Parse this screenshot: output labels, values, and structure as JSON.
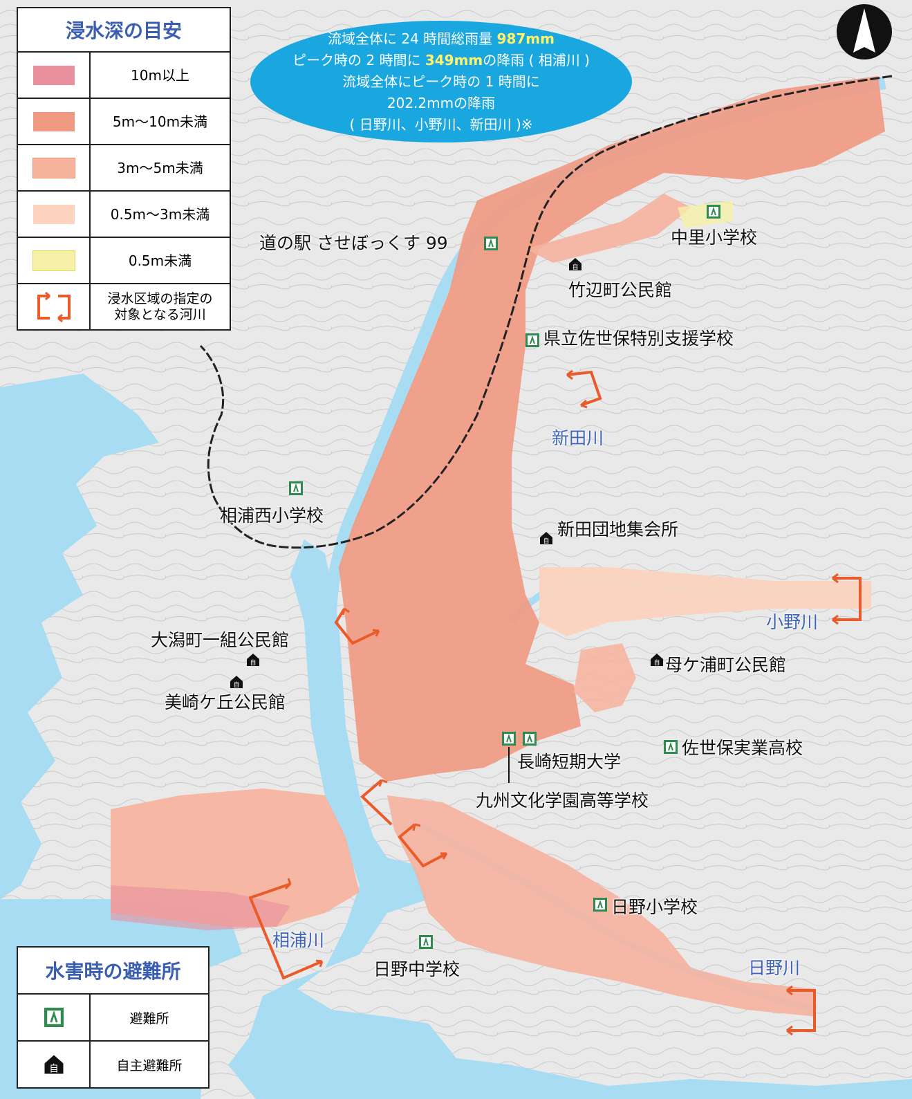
{
  "legend": {
    "title": "浸水深の目安",
    "items": [
      {
        "label": "10m以上",
        "color": "#e9909e"
      },
      {
        "label": "5m～10m未満",
        "color": "#f09a83"
      },
      {
        "label": "3m～5m未満",
        "color": "#f6b39e"
      },
      {
        "label": "0.5m～3m未満",
        "color": "#fbd3be"
      },
      {
        "label": "0.5m未満",
        "color": "#f6f0a8"
      }
    ],
    "river_item_label": "浸水区域の指定の\n対象となる河川",
    "river_arrow_color": "#ea5a2a"
  },
  "rain_info": {
    "line1_prefix": "流域全体に 24 時間総雨量 ",
    "line1_value": "987mm",
    "line2_prefix": "ピーク時の 2 時間に ",
    "line2_value": "349mm",
    "line2_suffix": "の降雨 ( 相浦川 )",
    "line3": "流域全体にピーク時の 1 時間に",
    "line4": "202.2mmの降雨",
    "line5": "( 日野川、小野川、新田川 )※",
    "bg_color": "#1aa7e0"
  },
  "shelter_legend": {
    "title": "水害時の避難所",
    "items": [
      {
        "label": "避難所",
        "icon": "shelter-icon"
      },
      {
        "label": "自主避難所",
        "icon": "voluntary-shelter-icon"
      }
    ]
  },
  "map_labels": {
    "michinoeki": "道の駅 させぼっくす 99",
    "nakazato_es": "中里小学校",
    "takenabe_hall": "竹辺町公民館",
    "special_school": "県立佐世保特別支援学校",
    "ainoura_west_es": "相浦西小学校",
    "shinden_hall": "新田団地集会所",
    "ogata_hall": "大潟町一組公民館",
    "misaki_hall": "美崎ケ丘公民館",
    "bogaura_hall": "母ケ浦町公民館",
    "jitsugyo_hs": "佐世保実業高校",
    "nagasaki_jc": "長崎短期大学",
    "kyushu_bunka": "九州文化学園高等学校",
    "hino_es": "日野小学校",
    "hino_jhs": "日野中学校"
  },
  "rivers": {
    "shinden": "新田川",
    "ono": "小野川",
    "ainoura": "相浦川",
    "hino": "日野川"
  },
  "colors": {
    "sea": "#a8dcf2",
    "land": "#e9e9e9",
    "shelter_green": "#2e8a4e",
    "label_blue": "#3a5fb0"
  }
}
